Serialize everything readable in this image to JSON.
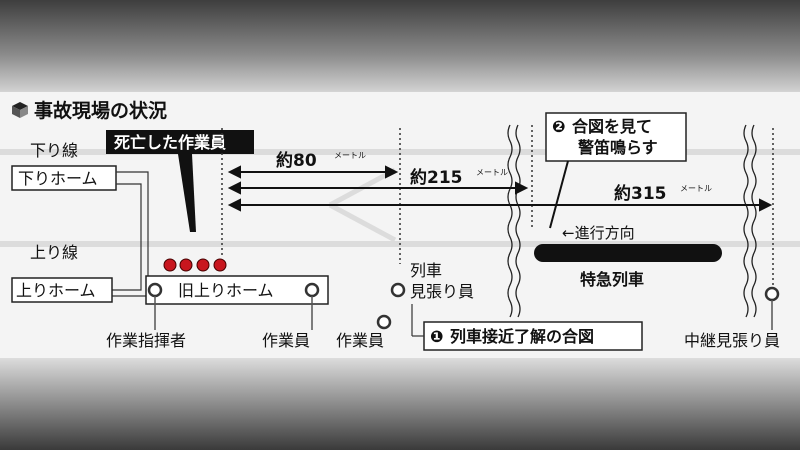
{
  "title": "事故現場の状況",
  "labels": {
    "down_line": "下り線",
    "down_platform": "下りホーム",
    "up_line": "上り線",
    "up_platform": "上りホーム",
    "old_up_platform": "旧上りホーム",
    "deceased_worker": "死亡した作業員",
    "worker_1": "作業員",
    "worker_2": "作業員",
    "supervisor": "作業指揮者",
    "lookout": "列車\n見張り員",
    "relay_lookout": "中継見張り員",
    "signal_1": "列車接近了解の合図",
    "signal_2": "合図を見て\n警笛鳴らす",
    "direction": "←進行方向",
    "train": "特急列車",
    "dist_80": "約80",
    "dist_215": "約215",
    "dist_315": "約315",
    "meter_unit": "メートル",
    "num_1": "❶",
    "num_2": "❷"
  },
  "colors": {
    "worker_dot": "#c8161e",
    "train": "#111111",
    "panel": "#f4f4f4"
  }
}
